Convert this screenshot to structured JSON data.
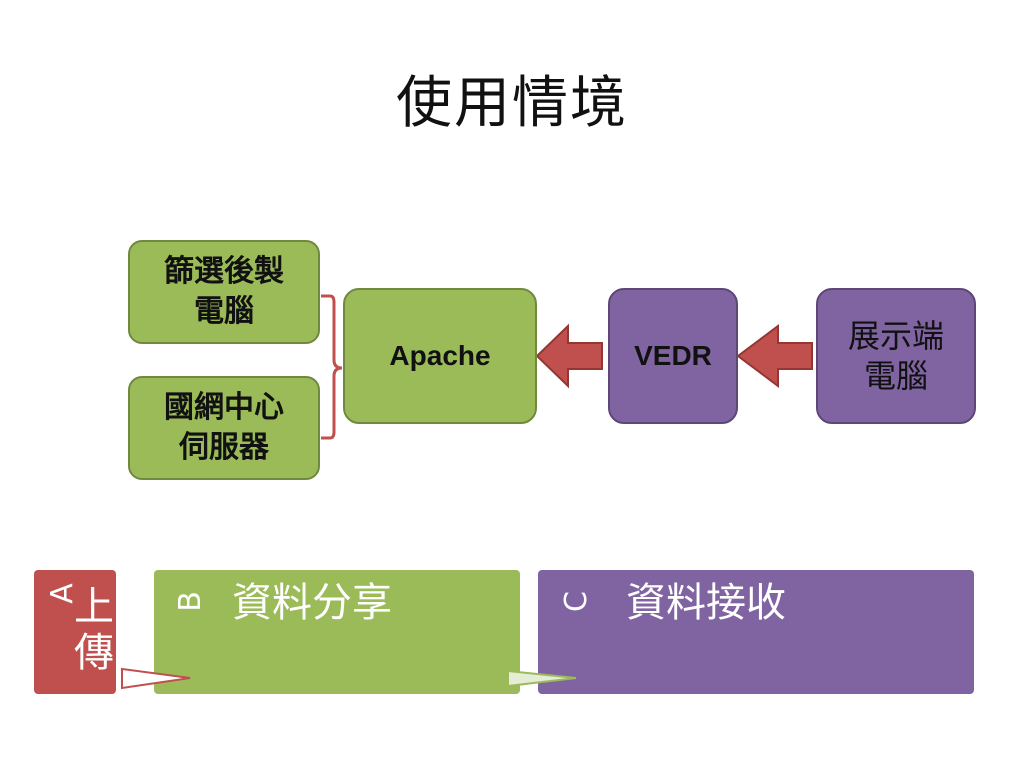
{
  "title": "使用情境",
  "nodes": {
    "filter_pc": {
      "line1": "篩選後製",
      "line2": "電腦"
    },
    "national_server": {
      "line1": "國網中心",
      "line2": "伺服器"
    },
    "apache": {
      "label": "Apache"
    },
    "vedr": {
      "label": "VEDR"
    },
    "display_pc": {
      "line1": "展示端",
      "line2": "電腦"
    }
  },
  "stages": {
    "a": {
      "letter": "A",
      "name": "上傳"
    },
    "b": {
      "letter": "B",
      "name": "資料分享"
    },
    "c": {
      "letter": "C",
      "name": "資料接收"
    }
  },
  "colors": {
    "green": "#9bbb59",
    "purple": "#8064a2",
    "red": "#c0504d",
    "bracket": "#c0504d",
    "arrow_fill": "#c0504d"
  }
}
